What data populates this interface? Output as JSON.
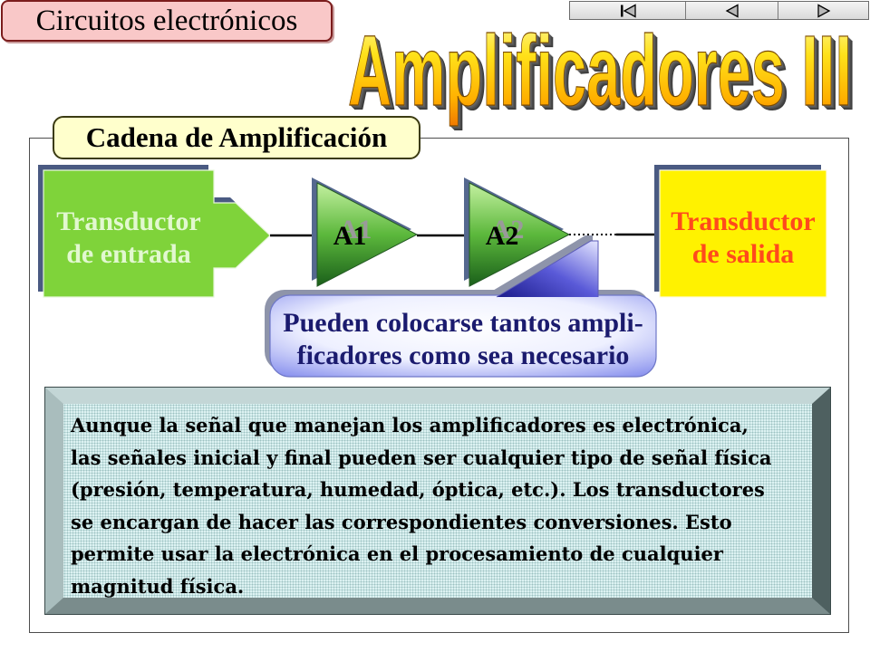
{
  "header": {
    "course_label": "Circuitos electrónicos",
    "title": "Amplificadores III"
  },
  "nav": {
    "buttons": [
      {
        "icon": "first-slide-icon"
      },
      {
        "icon": "previous-slide-icon"
      },
      {
        "icon": "next-slide-icon"
      }
    ]
  },
  "section": {
    "label": "Cadena de Amplificación"
  },
  "diagram": {
    "input_transducer": {
      "lines": [
        "Transductor",
        "de entrada"
      ]
    },
    "amplifiers": [
      {
        "label": "A1"
      },
      {
        "label": "A2"
      }
    ],
    "output_transducer": {
      "lines": [
        "Transductor",
        "de salida"
      ]
    },
    "callout": {
      "lines": [
        "Pueden colocarse tantos ampli-",
        "ficadores como sea necesario"
      ]
    }
  },
  "note": {
    "lines": [
      "Aunque la señal que manejan los amplificadores es electrónica,",
      "las señales inicial y final pueden ser cualquier tipo de señal física",
      "(presión, temperatura, humedad, óptica, etc.). Los transductores",
      "se encargan de hacer las correspondientes conversiones. Esto",
      "permite usar la electrónica en el procesamiento de cualquier",
      "magnitud física."
    ]
  },
  "colors": {
    "course_box": "#f9c8c8",
    "section_tab": "#ffffcc",
    "title_fill": "#ffd21a",
    "input_transducer": "#7fd33a",
    "amplifier": "#3f9a3f",
    "output_transducer": "#fff200",
    "output_text": "#ff4a1c",
    "callout_text": "#1b1b6e",
    "note_background": "#def3f3"
  }
}
